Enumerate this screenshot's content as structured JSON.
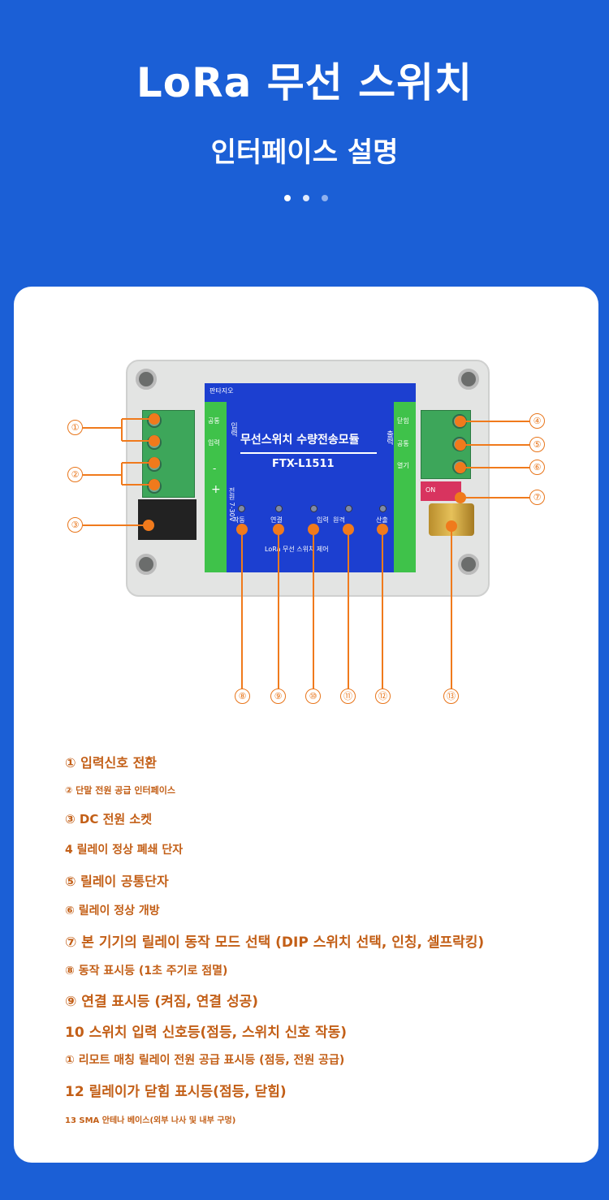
{
  "header": {
    "title": "LoRa 무선 스위치",
    "subtitle": "인터페이스 설명",
    "carousel_dots": 3,
    "active_dot": 1
  },
  "colors": {
    "background": "#1b5fd6",
    "accent": "#f07a1c",
    "text": "#c35f17"
  },
  "device": {
    "brand": "판타지오",
    "name": "무선스위치 수량전송모듈",
    "model": "FTX-L1511",
    "footer": "LoRa 무선 스위치 제어",
    "led_labels": [
      "작동",
      "연결",
      "입력",
      "원격",
      "산출"
    ],
    "left_labels": [
      "공통",
      "입력",
      "-",
      "+",
      "전원 7-30V"
    ],
    "left_group": "입력",
    "right_labels": [
      "닫힘",
      "공통",
      "열기"
    ],
    "right_group": "출력",
    "dip_label": "ON"
  },
  "callouts": [
    "①",
    "②",
    "③",
    "④",
    "⑤",
    "⑥",
    "⑦",
    "⑧",
    "⑨",
    "⑩",
    "⑪",
    "⑫",
    "⑬"
  ],
  "items": [
    "① 입력신호 전환",
    "② 단말 전원 공급 인터페이스",
    "③ DC 전원 소켓",
    "4 릴레이 정상 폐쇄 단자",
    "⑤ 릴레이 공통단자",
    "⑥ 릴레이 정상 개방",
    "⑦ 본 기기의 릴레이 동작 모드 선택 (DIP 스위치 선택, 인칭, 셀프락킹)",
    "⑧ 동작 표시등 (1초 주기로 점멸)",
    "⑨ 연결 표시등 (켜짐, 연결 성공)",
    "10 스위치 입력 신호등(점등, 스위치 신호 작동)",
    "① 리모트 매칭 릴레이 전원 공급 표시등 (점등, 전원 공급)",
    "12 릴레이가 닫힘 표시등(점등, 닫힘)",
    "13 SMA 안테나 베이스(외부 나사 및 내부 구멍)"
  ]
}
